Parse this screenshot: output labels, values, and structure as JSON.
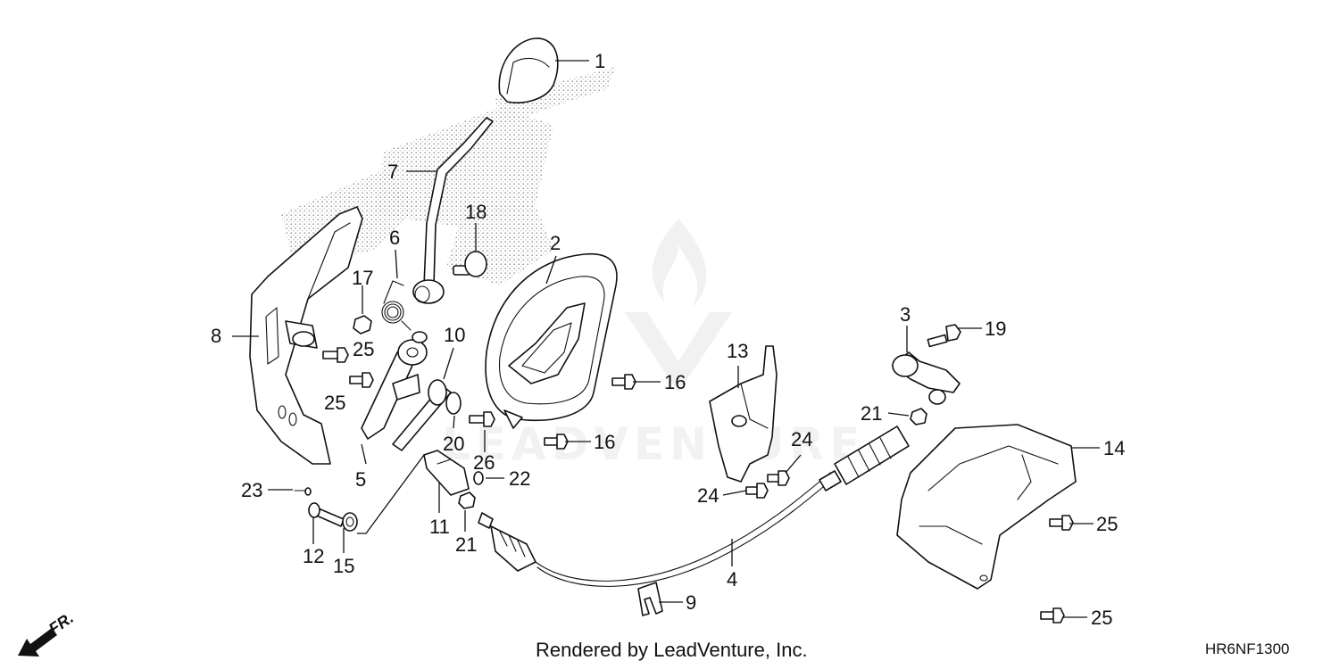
{
  "diagram": {
    "callouts": [
      "1",
      "2",
      "3",
      "4",
      "5",
      "6",
      "7",
      "8",
      "9",
      "10",
      "11",
      "12",
      "13",
      "14",
      "15",
      "16",
      "16",
      "17",
      "18",
      "19",
      "20",
      "21",
      "21",
      "22",
      "23",
      "24",
      "24",
      "25",
      "25",
      "25",
      "25",
      "26"
    ],
    "watermark": "LEADVENTURE",
    "direction_label": "FR.",
    "credit": "Rendered by LeadVenture, Inc.",
    "diagram_code": "HR6NF1300"
  },
  "icons": [
    "front-direction-arrow-icon",
    "leadventure-watermark-logo"
  ]
}
